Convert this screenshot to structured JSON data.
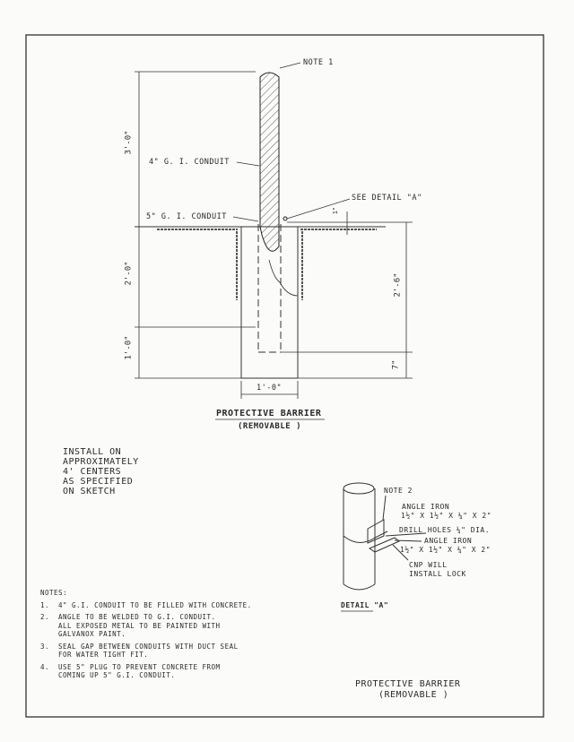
{
  "main_drawing": {
    "labels": {
      "note1": "NOTE 1",
      "conduit_4": "4\" G. I. CONDUIT",
      "conduit_5": "5\" G. I. CONDUIT",
      "see_detail": "SEE DETAIL \"A\""
    },
    "dimensions": {
      "above_ground": "3'-0\"",
      "upper_embed": "2'-0\"",
      "lower_embed": "1'-0\"",
      "footing_width": "1'-0\"",
      "sleeve_depth": "2'-6\"",
      "bottom_cover": "7\"",
      "sleeve_projection": "1\""
    },
    "title": "PROTECTIVE BARRIER",
    "subtitle": "(REMOVABLE )"
  },
  "install_note": [
    "INSTALL ON",
    "APPROXIMATELY",
    "4' CENTERS",
    "AS SPECIFIED",
    "ON SKETCH"
  ],
  "detail_a": {
    "note2": "NOTE 2",
    "angle_iron_1": [
      "ANGLE IRON",
      "1½\" X 1½\" X ¼\" X 2\""
    ],
    "drill_holes": "DRILL HOLES ¼\" DIA.",
    "angle_iron_2": [
      "ANGLE IRON",
      "1½\" X 1½\" X ¼\" X 2\""
    ],
    "lock": [
      "CNP WILL",
      "INSTALL LOCK"
    ],
    "title": "DETAIL \"A\""
  },
  "notes": {
    "heading": "NOTES:",
    "items": [
      {
        "num": "1.",
        "lines": [
          "4\" G.I. CONDUIT TO BE FILLED WITH CONCRETE."
        ]
      },
      {
        "num": "2.",
        "lines": [
          "ANGLE TO BE WELDED TO G.I. CONDUIT.",
          "ALL EXPOSED METAL TO BE PAINTED WITH",
          "GALVANOX PAINT."
        ]
      },
      {
        "num": "3.",
        "lines": [
          "SEAL GAP BETWEEN CONDUITS WITH DUCT SEAL",
          "FOR WATER TIGHT FIT."
        ]
      },
      {
        "num": "4.",
        "lines": [
          "USE 5\" PLUG TO PREVENT CONCRETE FROM",
          "COMING UP 5\" G.I. CONDUIT."
        ]
      }
    ]
  },
  "footer_title": {
    "title": "PROTECTIVE BARRIER",
    "subtitle": "(REMOVABLE )"
  }
}
